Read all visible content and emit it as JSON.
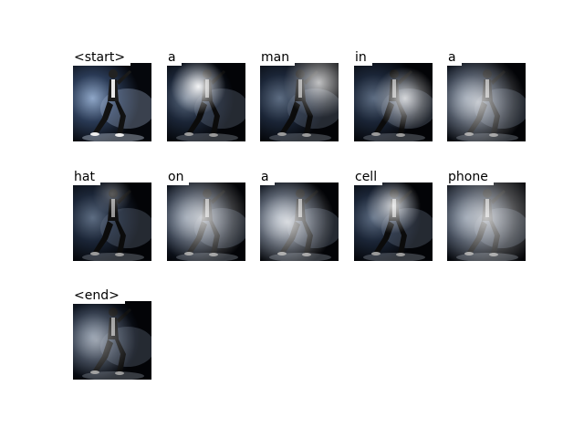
{
  "colors": {
    "background": "#ffffff",
    "text": "#000000"
  },
  "panels": [
    {
      "word": "<start>",
      "kind": "original"
    },
    {
      "word": "a",
      "kind": "attention",
      "focus": [
        0.4,
        0.3
      ],
      "strength": 0.95,
      "spread": 0.35
    },
    {
      "word": "man",
      "kind": "attention",
      "focus": [
        0.75,
        0.25
      ],
      "strength": 0.75,
      "spread": 0.45
    },
    {
      "word": "in",
      "kind": "attention",
      "focus": [
        0.65,
        0.45
      ],
      "strength": 0.8,
      "spread": 0.4
    },
    {
      "word": "a",
      "kind": "attention",
      "focus": [
        0.4,
        0.5
      ],
      "strength": 0.7,
      "spread": 0.6
    },
    {
      "word": "hat",
      "kind": "attention",
      "focus": [
        0.5,
        0.15
      ],
      "strength": 0.3,
      "spread": 0.25
    },
    {
      "word": "on",
      "kind": "attention",
      "focus": [
        0.45,
        0.45
      ],
      "strength": 0.75,
      "spread": 0.6
    },
    {
      "word": "a",
      "kind": "attention",
      "focus": [
        0.35,
        0.5
      ],
      "strength": 0.8,
      "spread": 0.6
    },
    {
      "word": "cell",
      "kind": "attention",
      "focus": [
        0.5,
        0.3
      ],
      "strength": 0.8,
      "spread": 0.35
    },
    {
      "word": "phone",
      "kind": "attention",
      "focus": [
        0.5,
        0.45
      ],
      "strength": 0.75,
      "spread": 0.7
    },
    {
      "word": "<end>",
      "kind": "attention",
      "focus": [
        0.3,
        0.5
      ],
      "strength": 0.45,
      "spread": 0.5
    }
  ]
}
